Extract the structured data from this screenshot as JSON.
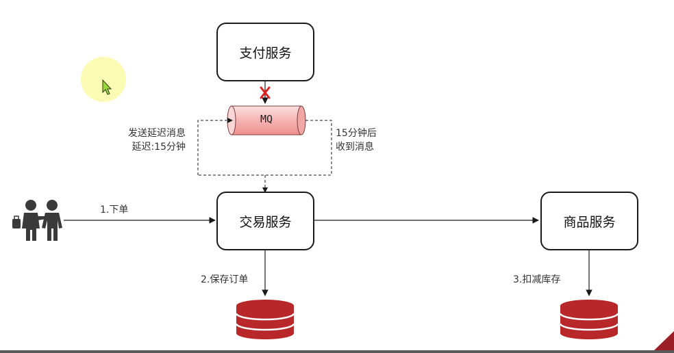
{
  "nodes": {
    "pay": "支付服务",
    "mq": "MQ",
    "trade": "交易服务",
    "goods": "商品服务"
  },
  "edges": {
    "order": "1.下单",
    "save": "2.保存订单",
    "deduct": "3.扣减库存",
    "send_delay_1": "发送延迟消息",
    "send_delay_2": "延迟:15分钟",
    "recv_1": "15分钟后",
    "recv_2": "收到消息"
  },
  "colors": {
    "mq_fill": "#f4a7a7",
    "db": "#b8282a",
    "cross": "#e02020",
    "highlight": "#fbfbb0"
  }
}
